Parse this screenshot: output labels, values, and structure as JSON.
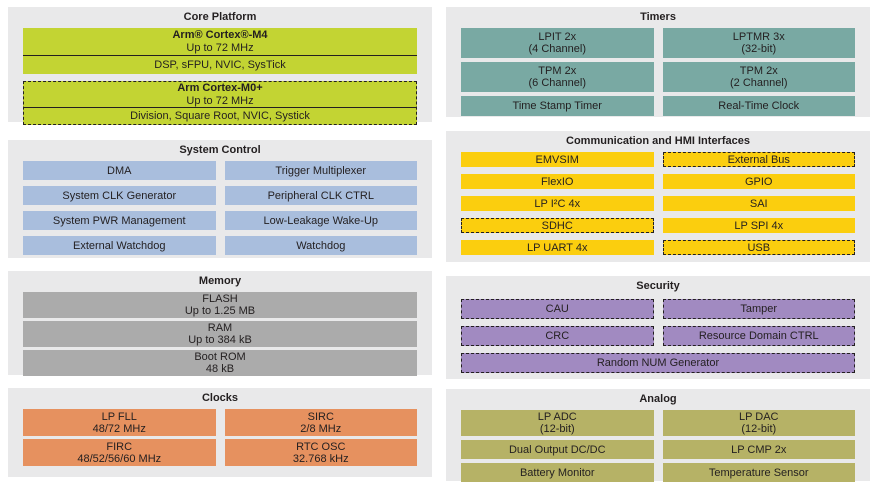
{
  "colors": {
    "page_bg": "#ffffff",
    "panel_bg": "#e9e9ea",
    "core_green": "#c3d433",
    "system_blue": "#a9bedd",
    "memory_gray": "#ababab",
    "clocks_orange": "#e6915f",
    "timers_teal": "#79a9a3",
    "comm_yellow": "#fbce0e",
    "security_purple": "#a18ac1",
    "analog_olive": "#b6b266",
    "text": "#231f20"
  },
  "core_platform": {
    "title": "Core Platform",
    "m4_name": "Arm® Cortex®-M4",
    "m4_freq": "Up to 72 MHz",
    "m4_features": "DSP, sFPU, NVIC, SysTick",
    "m0_name": "Arm Cortex-M0+",
    "m0_freq": "Up to 72 MHz",
    "m0_features": "Division, Square Root, NVIC, Systick"
  },
  "system_control": {
    "title": "System Control",
    "cells": [
      "DMA",
      "Trigger Multiplexer",
      "System CLK Generator",
      "Peripheral CLK CTRL",
      "System PWR Management",
      "Low-Leakage Wake-Up",
      "External Watchdog",
      "Watchdog"
    ]
  },
  "memory": {
    "title": "Memory",
    "cells": [
      {
        "l1": "FLASH",
        "l2": "Up to 1.25 MB"
      },
      {
        "l1": "RAM",
        "l2": "Up to 384 kB"
      },
      {
        "l1": "Boot ROM",
        "l2": "48 kB"
      }
    ]
  },
  "clocks": {
    "title": "Clocks",
    "cells": [
      {
        "l1": "LP FLL",
        "l2": "48/72 MHz"
      },
      {
        "l1": "SIRC",
        "l2": "2/8 MHz"
      },
      {
        "l1": "FIRC",
        "l2": "48/52/56/60 MHz"
      },
      {
        "l1": "RTC OSC",
        "l2": "32.768 kHz"
      }
    ]
  },
  "timers": {
    "title": "Timers",
    "cells": [
      {
        "l1": "LPIT 2x",
        "l2": "(4 Channel)"
      },
      {
        "l1": "LPTMR 3x",
        "l2": "(32-bit)"
      },
      {
        "l1": "TPM 2x",
        "l2": "(6 Channel)"
      },
      {
        "l1": "TPM 2x",
        "l2": "(2 Channel)"
      },
      {
        "l1": "Time Stamp Timer"
      },
      {
        "l1": "Real-Time Clock"
      }
    ]
  },
  "comm": {
    "title": "Communication and HMI Interfaces",
    "cells": [
      "EMVSIM",
      "External Bus",
      "FlexIO",
      "GPIO",
      "LP I²C 4x",
      "SAI",
      "SDHC",
      "LP SPI 4x",
      "LP UART 4x",
      "USB"
    ]
  },
  "security": {
    "title": "Security",
    "cells": [
      "CAU",
      "Tamper",
      "CRC",
      "Resource Domain CTRL",
      "Random NUM Generator"
    ]
  },
  "analog": {
    "title": "Analog",
    "cells": [
      {
        "l1": "LP ADC",
        "l2": "(12-bit)"
      },
      {
        "l1": "LP DAC",
        "l2": "(12-bit)"
      },
      {
        "l1": "Dual Output DC/DC"
      },
      {
        "l1": "LP CMP 2x"
      },
      {
        "l1": "Battery Monitor"
      },
      {
        "l1": "Temperature Sensor"
      }
    ]
  }
}
